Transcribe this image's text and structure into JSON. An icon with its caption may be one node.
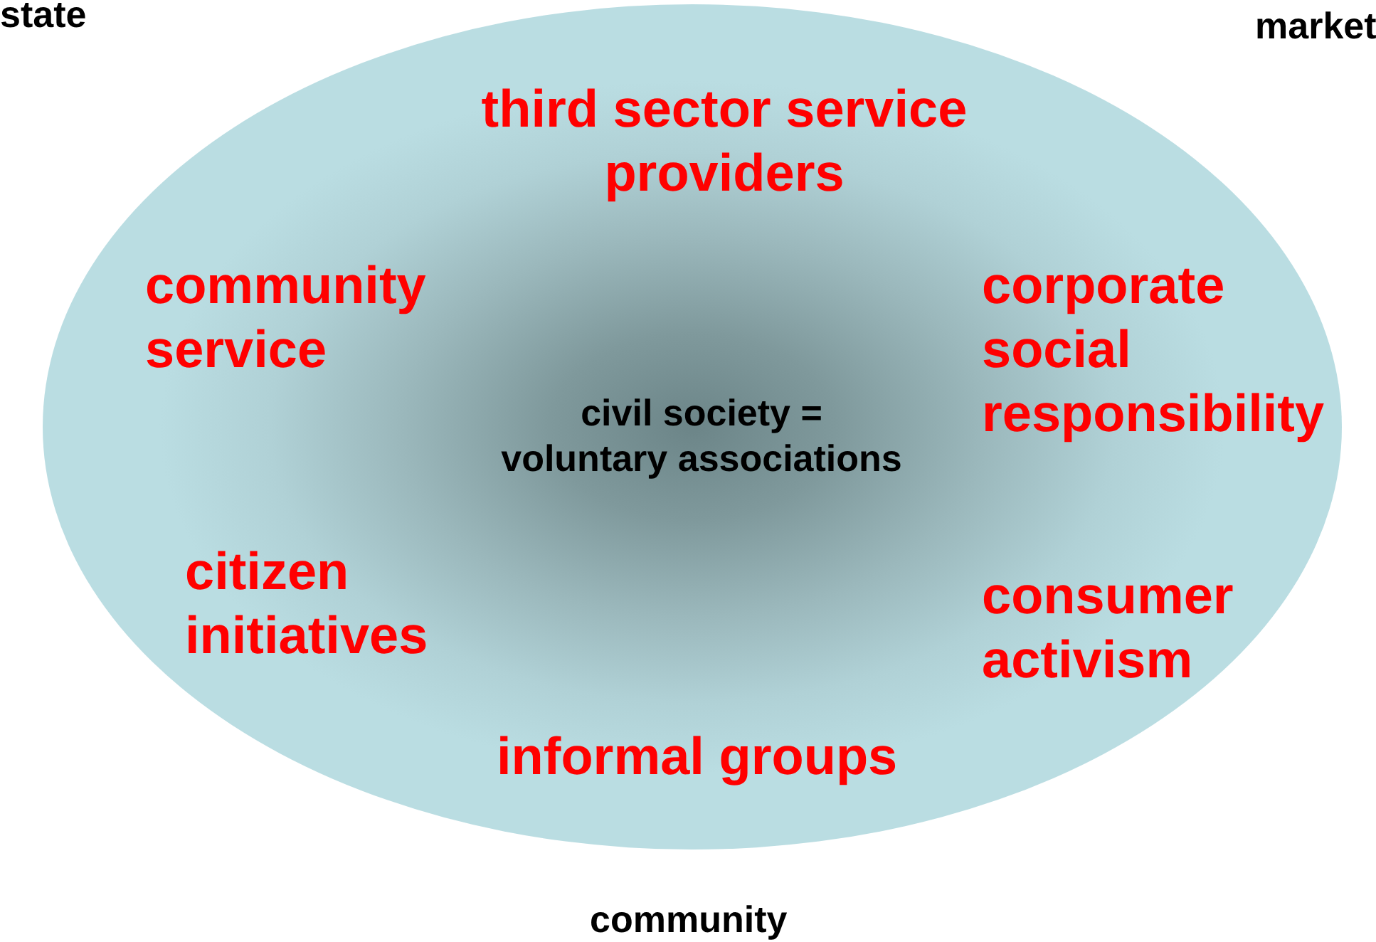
{
  "diagram": {
    "nodes": [
      {
        "text": [
          "third sector service providers",
          "community service",
          "corporate social responsibility",
          "civil society = voluntary associations",
          "citizen initiatives",
          "consumer activism",
          "informal groups"
        ]
      }
    ],
    "labels": [
      "state",
      "market",
      "community"
    ]
  }
}
